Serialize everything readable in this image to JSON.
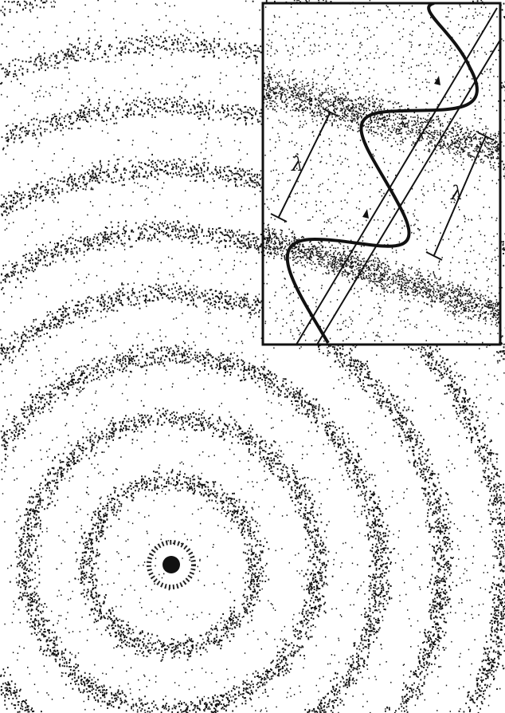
{
  "figure": {
    "background": "#ffffff",
    "ink": "#111111",
    "wave_rings": 9,
    "inset": {
      "wavelength_label_left": "λ",
      "wavelength_label_right": "λ"
    }
  }
}
